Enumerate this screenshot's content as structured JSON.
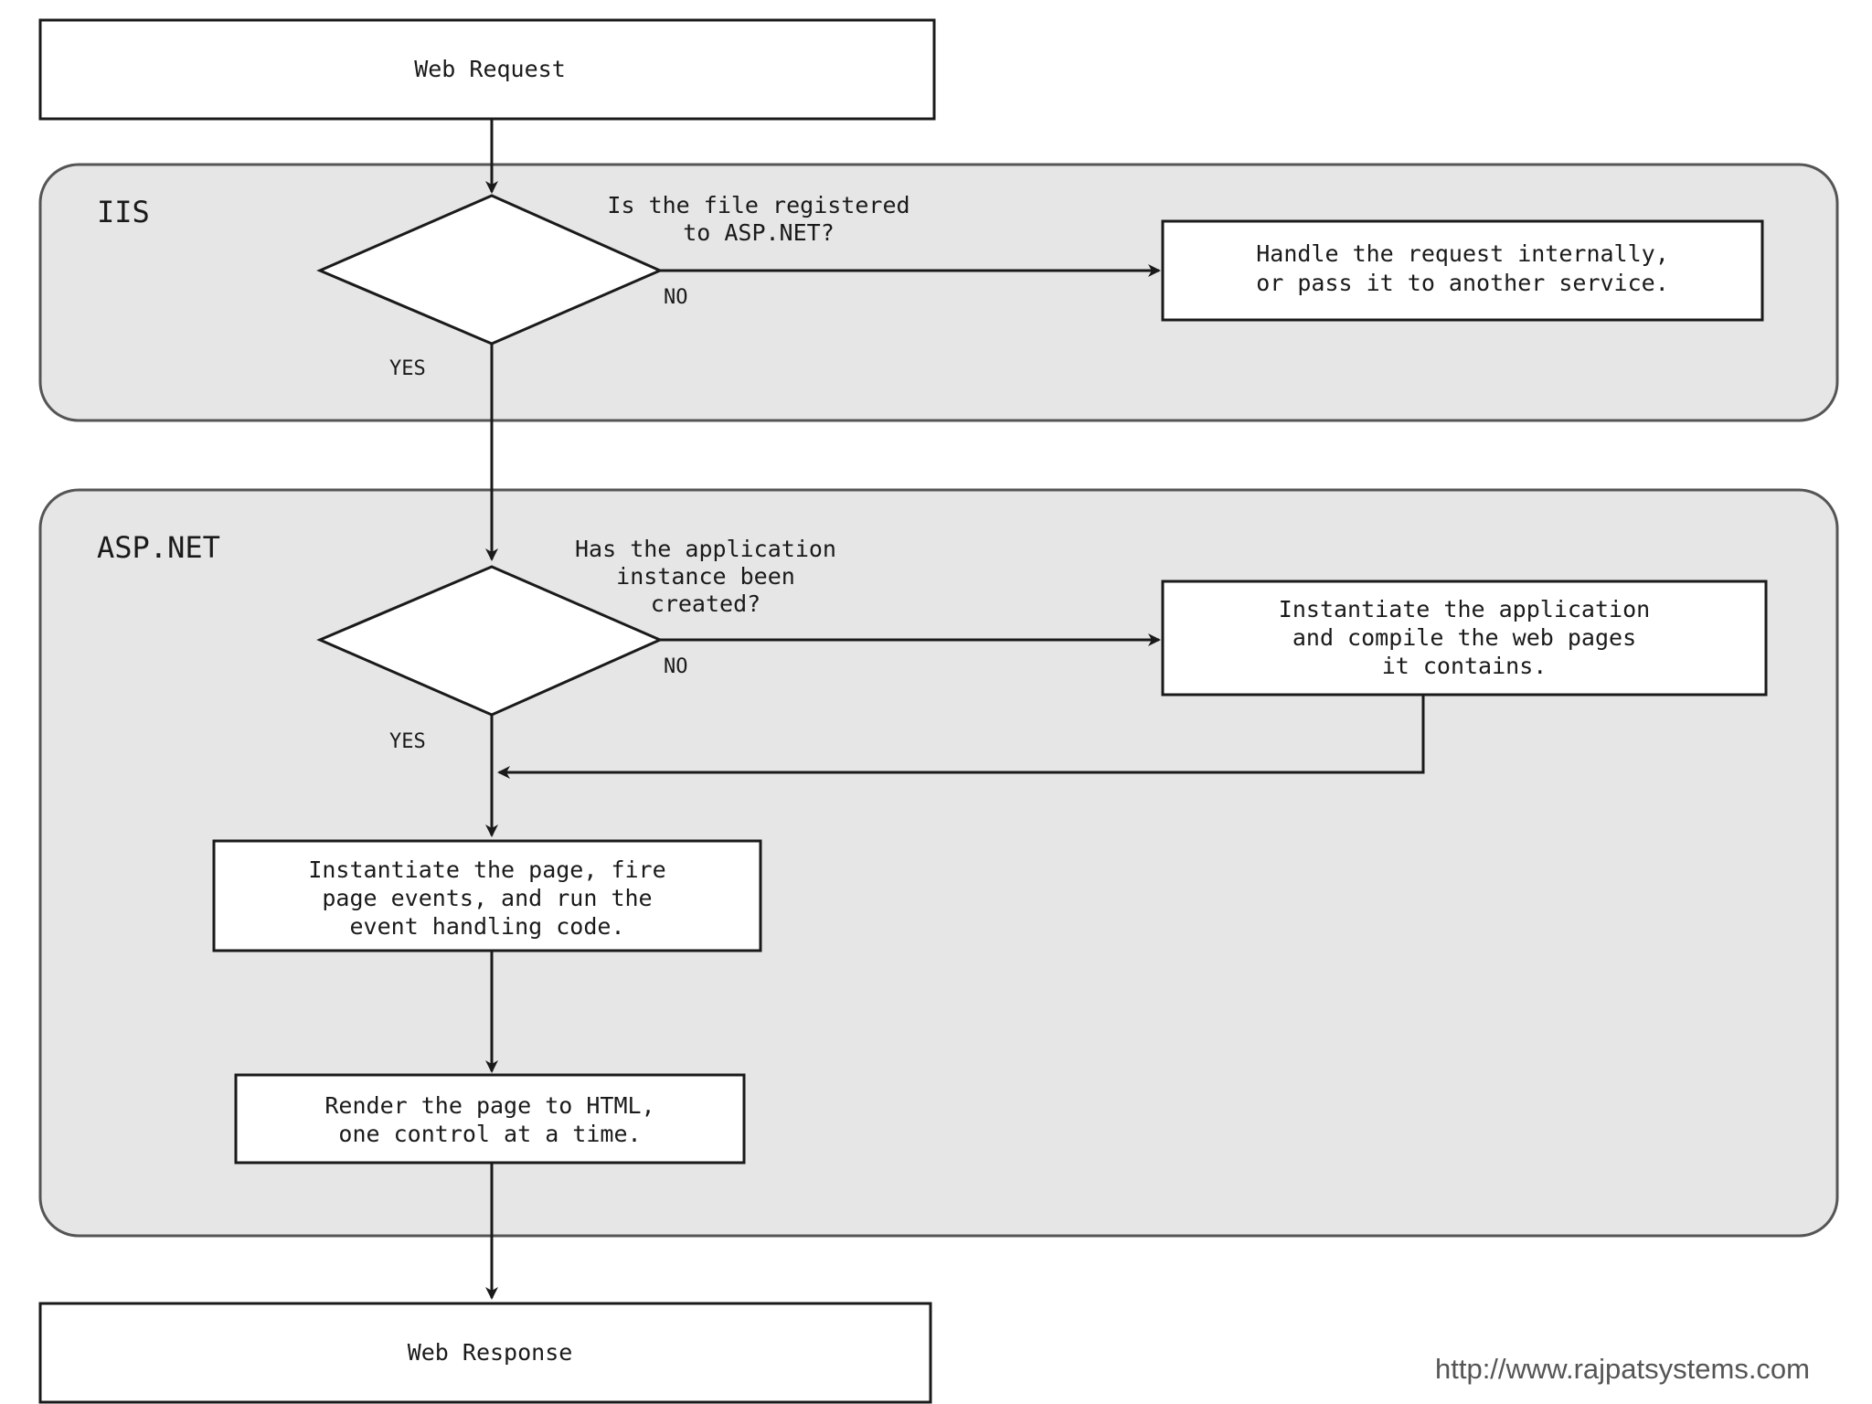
{
  "nodes": {
    "web_request": "Web Request",
    "iis_group": "IIS",
    "iis_question": [
      "Is the file registered",
      "to ASP.NET?"
    ],
    "iis_handle": [
      "Handle the request internally,",
      "or pass it to another service."
    ],
    "aspnet_group": "ASP.NET",
    "app_question": [
      "Has the application",
      "instance been",
      "created?"
    ],
    "instantiate_app": [
      "Instantiate the application",
      "and compile the web pages",
      "it contains."
    ],
    "instantiate_page": [
      "Instantiate the page, fire",
      "page events, and run the",
      "event handling code."
    ],
    "render_page": [
      "Render the page to HTML,",
      "one control at a time."
    ],
    "web_response": "Web Response"
  },
  "labels": {
    "yes": "YES",
    "no": "NO"
  },
  "footer": {
    "url": "http://www.rajpatsystems.com"
  },
  "colors": {
    "group_fill": "#e6e6e6",
    "group_stroke": "#555555",
    "line": "#1a1a1a"
  }
}
